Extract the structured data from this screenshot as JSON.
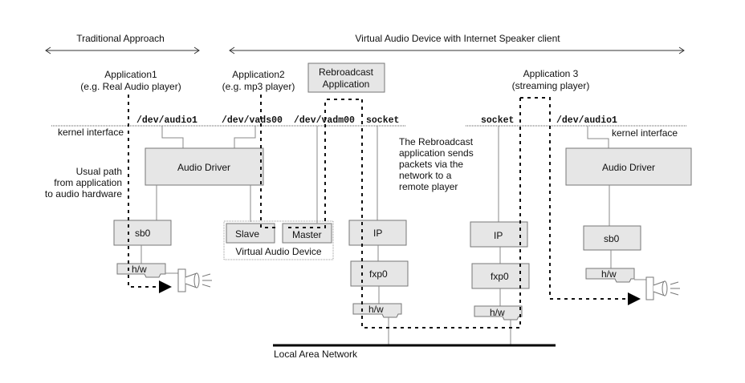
{
  "diagram": {
    "headers": {
      "traditional": "Traditional Approach",
      "virtual": "Virtual Audio Device with Internet Speaker client"
    },
    "applications": {
      "app1": [
        "Application1",
        "(e.g. Real Audio  player)"
      ],
      "app2": [
        "Application2",
        "(e.g. mp3 player)"
      ],
      "rebroadcast": [
        "Rebroadcast",
        "Application"
      ],
      "app3": [
        "Application 3",
        "(streaming player)"
      ]
    },
    "devices": {
      "dev_audio1_left": "/dev/audio1",
      "dev_vads00": "/dev/vads00",
      "dev_vadm00": "/dev/vadm00",
      "socket_left": "socket",
      "socket_right": "socket",
      "dev_audio1_right": "/dev/audio1"
    },
    "labels": {
      "kernel_interface_left": "kernel interface",
      "kernel_interface_right": "kernel interface",
      "usual_path": [
        "Usual path",
        "from application",
        "to audio hardware"
      ],
      "rebroadcast_note": [
        "The Rebroadcast",
        "application sends",
        "packets via the",
        "network to a",
        "remote player"
      ],
      "lan": "Local Area Network",
      "virtual_audio_device": "Virtual Audio Device"
    },
    "boxes": {
      "audio_driver_left": "Audio Driver",
      "sb0_left": "sb0",
      "hw_left": "h/w",
      "slave": "Slave",
      "master": "Master",
      "ip_left": "IP",
      "fxp0_left": "fxp0",
      "hw_mid_left": "h/w",
      "ip_right": "IP",
      "fxp0_right": "fxp0",
      "hw_mid_right": "h/w",
      "audio_driver_right": "Audio Driver",
      "sb0_right": "sb0",
      "hw_right": "h/w"
    }
  }
}
